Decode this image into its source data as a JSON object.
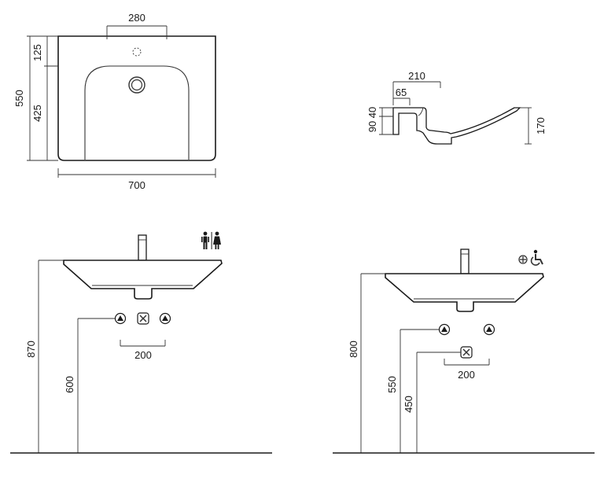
{
  "top_view": {
    "width_label": "700",
    "depth_label": "550",
    "front_label": "425",
    "rear_label": "125",
    "tap_spacing_label": "280"
  },
  "side_section": {
    "projection_label": "210",
    "rim_label": "65",
    "height_label": "170",
    "upper_label": "40",
    "lower_label": "90"
  },
  "standard_install": {
    "rim_height_label": "870",
    "drain_height_label": "600",
    "fixing_spacing_label": "200",
    "icon": "male-female-toilet-icon"
  },
  "accessible_install": {
    "rim_height_label": "800",
    "fixing_height_label": "550",
    "drain_height_label": "450",
    "fixing_spacing_label": "200",
    "icons": [
      "elderly-accessibility-icon",
      "wheelchair-icon"
    ]
  },
  "colors": {
    "line": "#1a1a1a",
    "dim_line": "#333333",
    "background": "#ffffff"
  }
}
